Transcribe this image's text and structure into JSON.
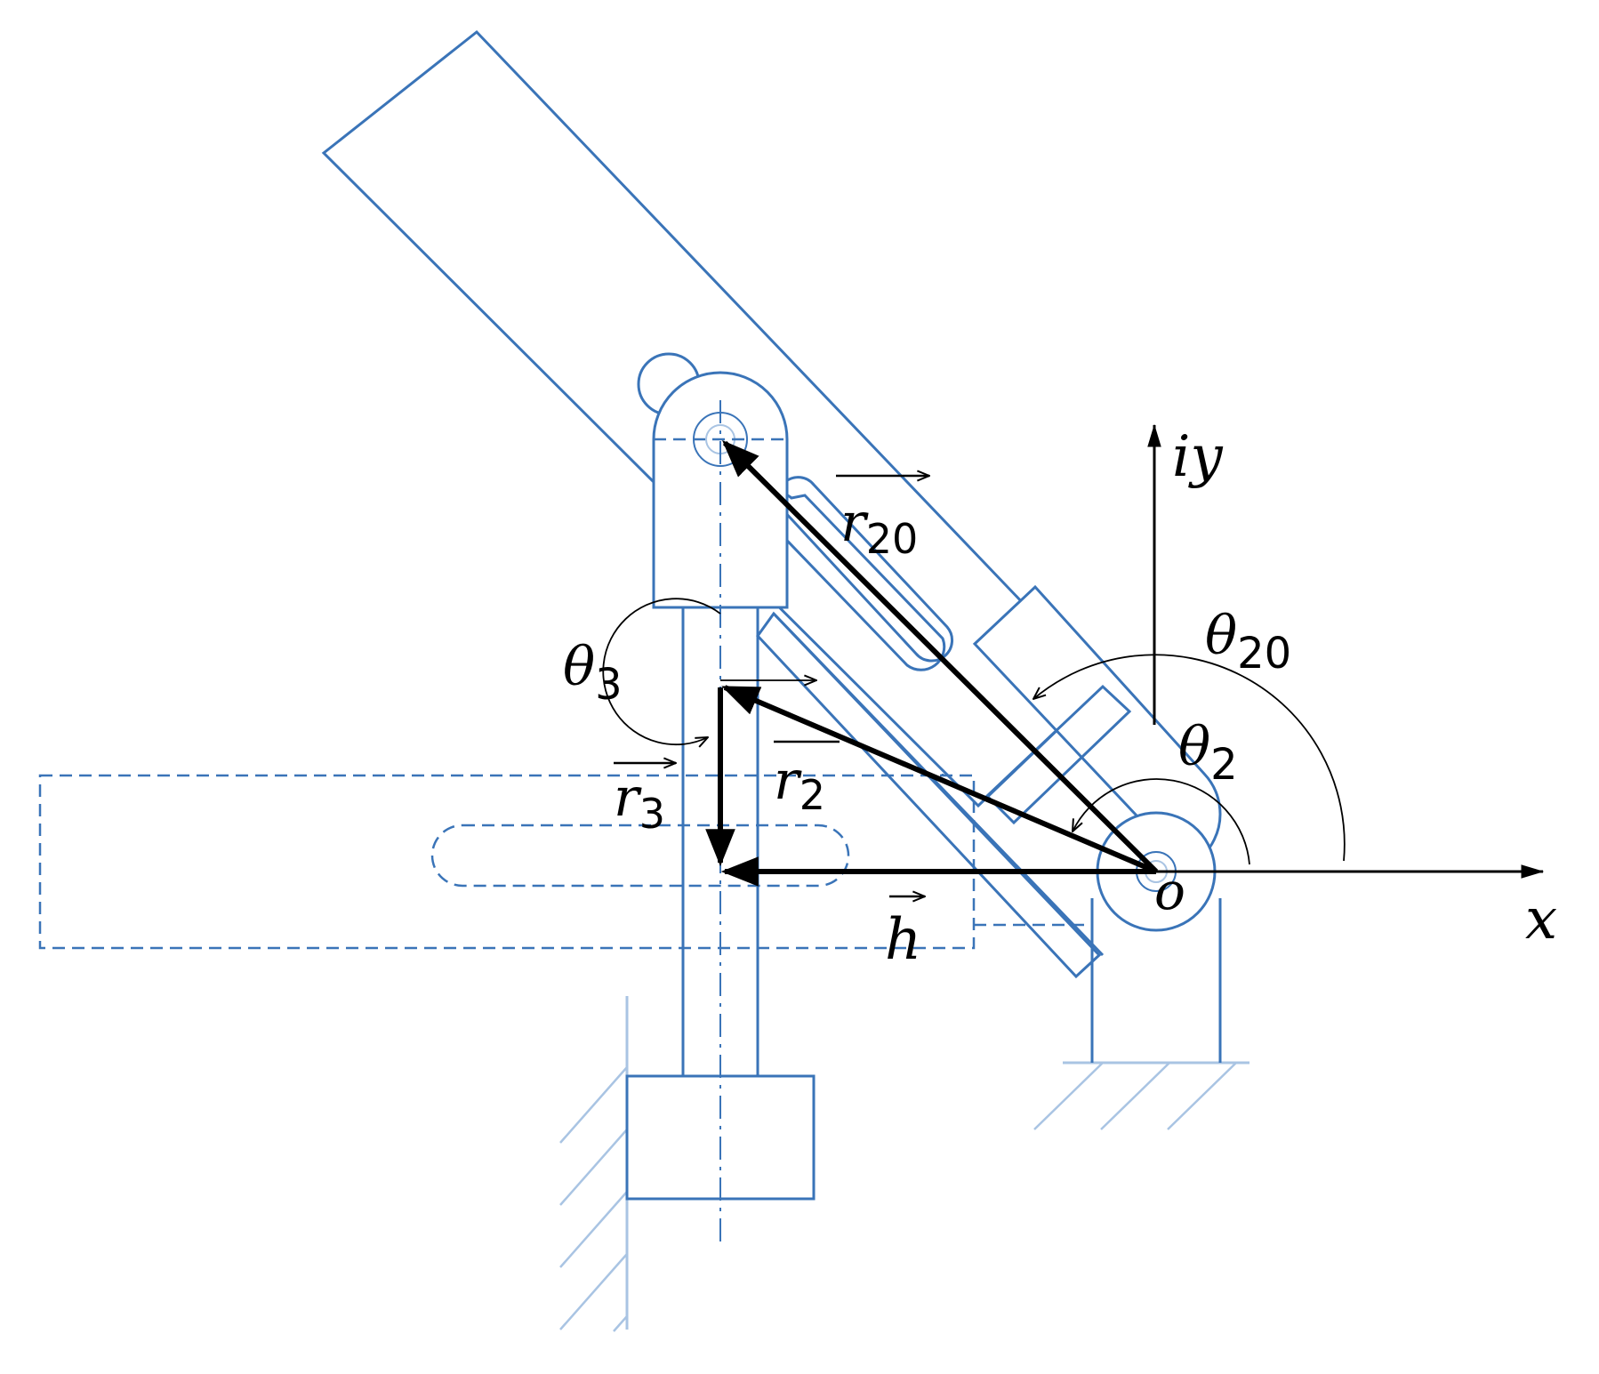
{
  "labels": {
    "r20": {
      "base": "r",
      "sub": "20"
    },
    "r2": {
      "base": "r",
      "sub": "2"
    },
    "r3": {
      "base": "r",
      "sub": "3"
    },
    "h": "h",
    "theta20": {
      "base": "θ",
      "sub": "20"
    },
    "theta2": {
      "base": "θ",
      "sub": "2"
    },
    "theta3": {
      "base": "θ",
      "sub": "3"
    },
    "iy": "iy",
    "x": "x",
    "o": "o"
  },
  "colors": {
    "mechanism": "#3a74b8",
    "ground_hatch": "#a9c4e3",
    "vector": "#000000"
  }
}
